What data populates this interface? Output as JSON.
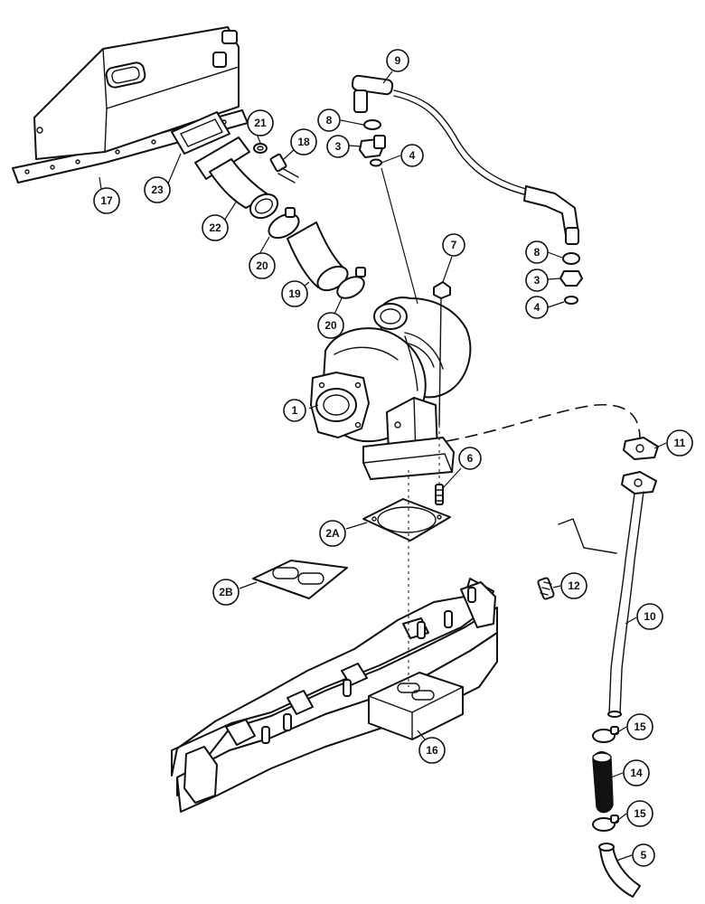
{
  "callouts": [
    {
      "key": "c1",
      "label": "1"
    },
    {
      "key": "c2A",
      "label": "2A"
    },
    {
      "key": "c2B",
      "label": "2B"
    },
    {
      "key": "c3a",
      "label": "3"
    },
    {
      "key": "c3b",
      "label": "3"
    },
    {
      "key": "c4a",
      "label": "4"
    },
    {
      "key": "c4b",
      "label": "4"
    },
    {
      "key": "c5",
      "label": "5"
    },
    {
      "key": "c6",
      "label": "6"
    },
    {
      "key": "c7",
      "label": "7"
    },
    {
      "key": "c8a",
      "label": "8"
    },
    {
      "key": "c8b",
      "label": "8"
    },
    {
      "key": "c9",
      "label": "9"
    },
    {
      "key": "c10",
      "label": "10"
    },
    {
      "key": "c11",
      "label": "11"
    },
    {
      "key": "c12",
      "label": "12"
    },
    {
      "key": "c14",
      "label": "14"
    },
    {
      "key": "c15a",
      "label": "15"
    },
    {
      "key": "c15b",
      "label": "15"
    },
    {
      "key": "c16",
      "label": "16"
    },
    {
      "key": "c17",
      "label": "17"
    },
    {
      "key": "c18",
      "label": "18"
    },
    {
      "key": "c19",
      "label": "19"
    },
    {
      "key": "c20a",
      "label": "20"
    },
    {
      "key": "c20b",
      "label": "20"
    },
    {
      "key": "c21",
      "label": "21"
    },
    {
      "key": "c22",
      "label": "22"
    },
    {
      "key": "c23",
      "label": "23"
    }
  ]
}
